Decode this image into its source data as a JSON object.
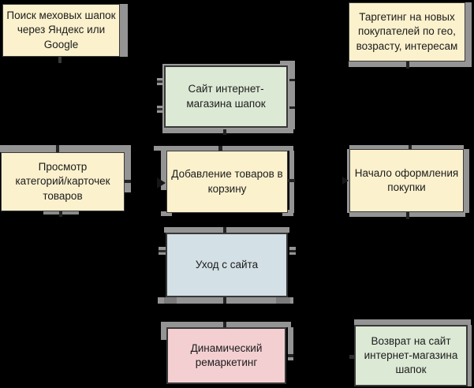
{
  "diagram": {
    "background": "#000000",
    "palette": {
      "node_yellow": "#FBF1CD",
      "node_green": "#DCE9D5",
      "node_blue": "#D3E0E5",
      "node_pink": "#F4CFD1",
      "node_border": "#3a3a3a",
      "stub_gray": "#949494",
      "tick_dark": "#222222",
      "text": "#1c1c1c"
    },
    "nodes": [
      {
        "id": "search-fur-hats",
        "label": "Поиск меховых шапок\nчерез Яндекс или\nGoogle",
        "fill": "#FBF1CD"
      },
      {
        "id": "targeting-new-buyers",
        "label": "Таргетинг на новых\nпокупателей по гео,\nвозрасту, интересам",
        "fill": "#FBF1CD"
      },
      {
        "id": "shop-site",
        "label": "Сайт интернет-\nмагазина шапок",
        "fill": "#DCE9D5"
      },
      {
        "id": "view-categories",
        "label": "Просмотр\nкатегорий/карточек\nтоваров",
        "fill": "#FBF1CD"
      },
      {
        "id": "add-to-cart",
        "label": "Добавление товаров в\nкорзину",
        "fill": "#FBF1CD"
      },
      {
        "id": "checkout-start",
        "label": "Начало оформления\nпокупки",
        "fill": "#FBF1CD"
      },
      {
        "id": "leave-site",
        "label": "Уход с сайта",
        "fill": "#D3E0E5"
      },
      {
        "id": "dynamic-remarketing",
        "label": "Динамический\nремаркетинг",
        "fill": "#F4CFD1"
      },
      {
        "id": "return-to-site",
        "label": "Возврат на сайт\nинтернет-магазина\nшапок",
        "fill": "#DCE9D5"
      }
    ]
  }
}
